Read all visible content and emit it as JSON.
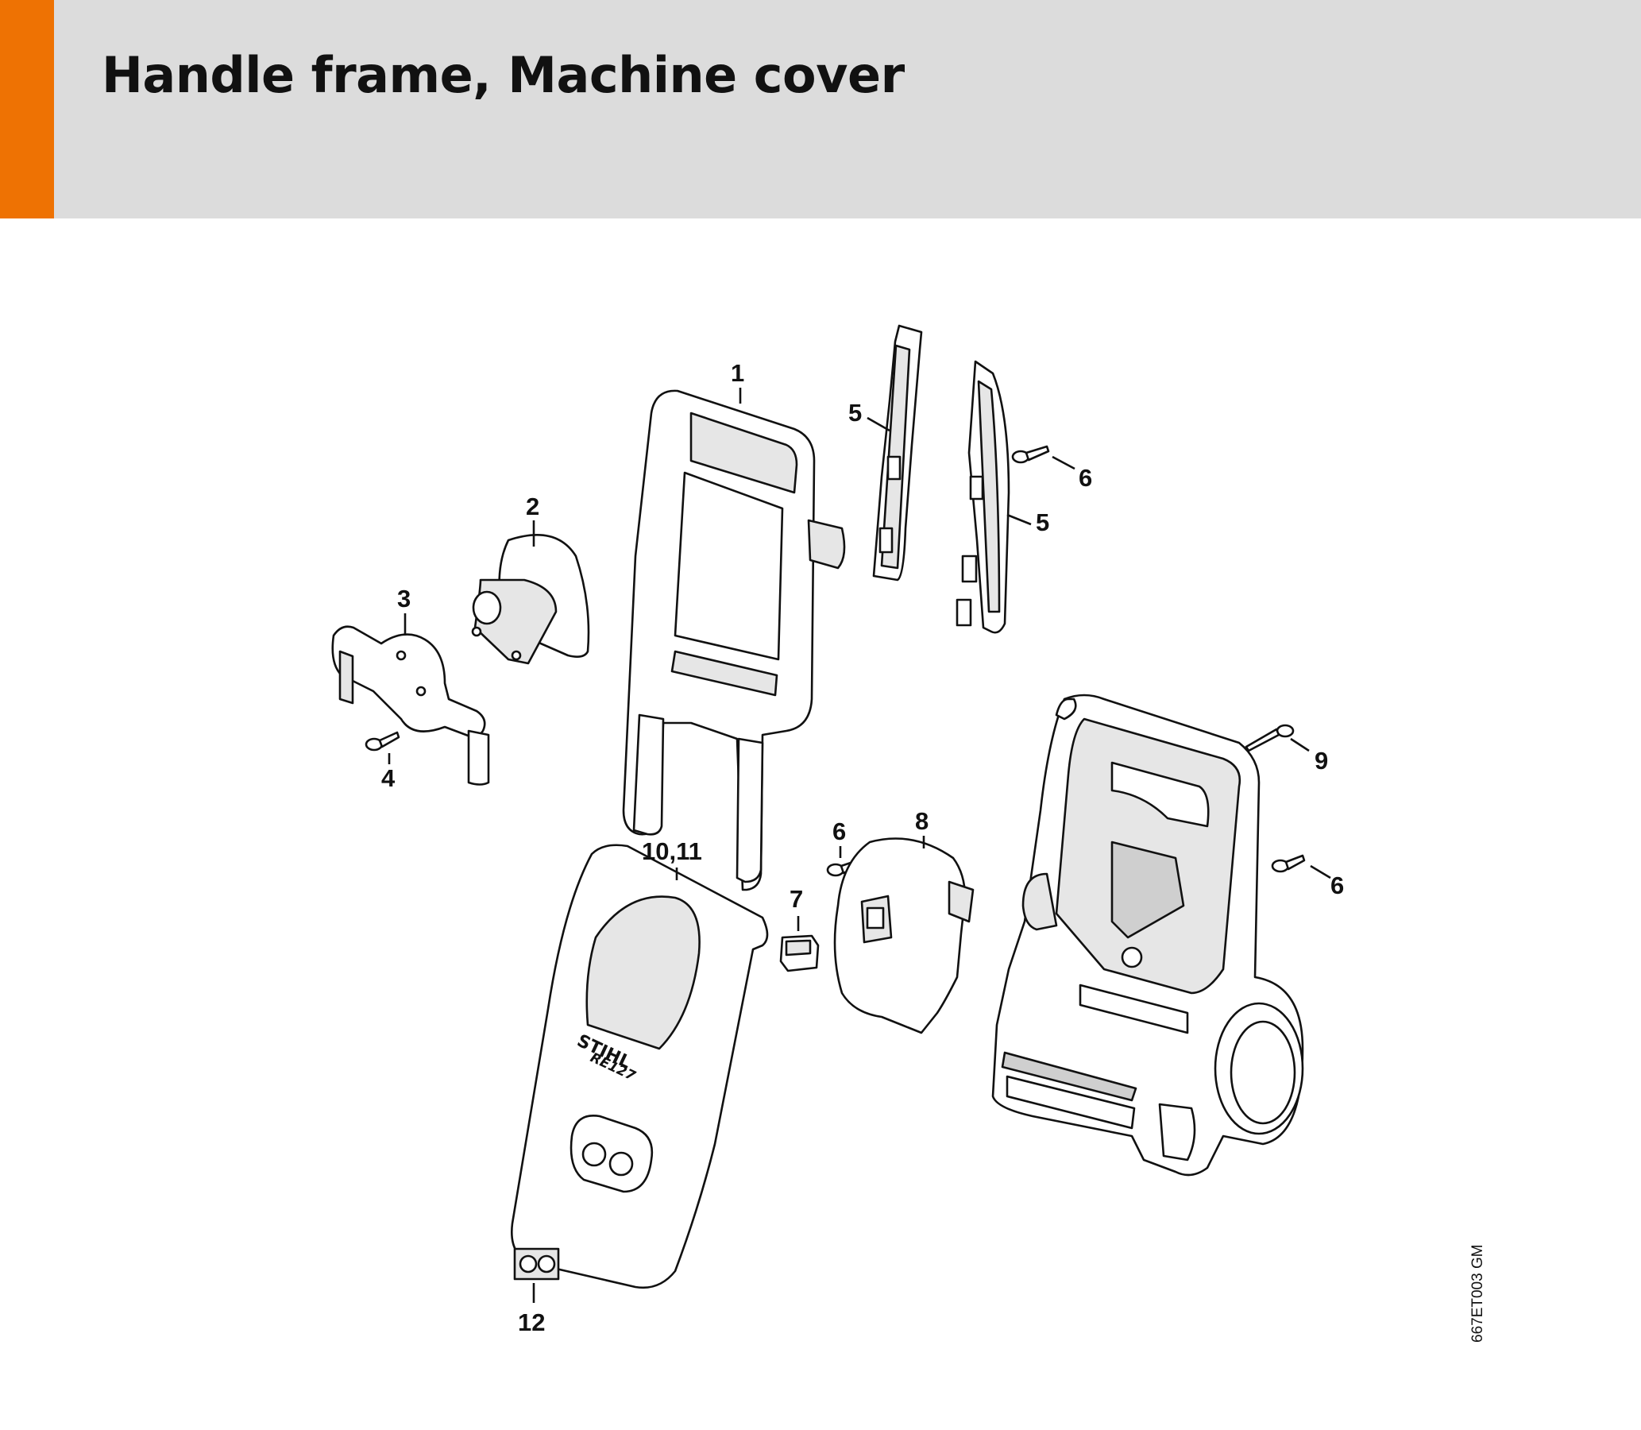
{
  "header": {
    "title": "Handle frame, Machine cover",
    "accent_color": "#ee7203",
    "background_color": "#dcdcdc"
  },
  "callouts": {
    "c1": "1",
    "c2": "2",
    "c3": "3",
    "c4": "4",
    "c5a": "5",
    "c5b": "5",
    "c6a": "6",
    "c6b": "6",
    "c6c": "6",
    "c7": "7",
    "c8": "8",
    "c9": "9",
    "c10_11": "10,11",
    "c12": "12"
  },
  "cover_logo": {
    "brand": "STIHL",
    "model": "RE127"
  },
  "drawing_number": "667ET003 GM"
}
